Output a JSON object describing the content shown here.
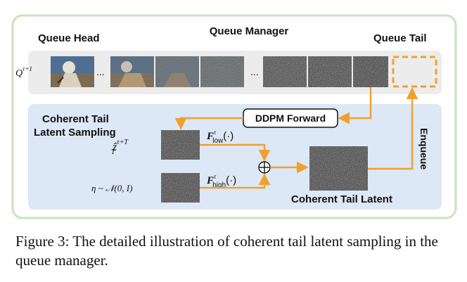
{
  "queue_manager": {
    "title": "Queue Manager",
    "queue_head_label": "Queue Head",
    "queue_tail_label": "Queue Tail",
    "queue_symbol": "Q",
    "queue_symbol_sup": "τ+1",
    "ellipsis_1": "...",
    "ellipsis_2": "..."
  },
  "sampling": {
    "title_line1": "Coherent Tail",
    "title_line2": "Latent Sampling",
    "ddpm_label": "DDPM Forward",
    "enqueue_label": "Enqueue",
    "z_symbol": "ẑ",
    "z_sup": "τ+T",
    "z_sub": "T",
    "eta_label": "η ~ 𝒩(0, I)",
    "f_low_main": "F",
    "f_low_sup": "τ",
    "f_low_sub": "low",
    "f_low_arg": "(·)",
    "f_high_main": "F",
    "f_high_sup": "τ",
    "f_high_sub": "high",
    "f_high_arg": "(·)",
    "oplus": "⊕",
    "result_label": "Coherent Tail Latent"
  },
  "colors": {
    "outer_border": "#c9e3bd",
    "queue_bg": "#ececec",
    "sampling_bg": "#dce8f5",
    "arrow": "#f2a02c",
    "noise_dark": "#2c2c2c"
  },
  "caption": "Figure 3: The detailed illustration of coherent tail latent sampling in the queue manager."
}
